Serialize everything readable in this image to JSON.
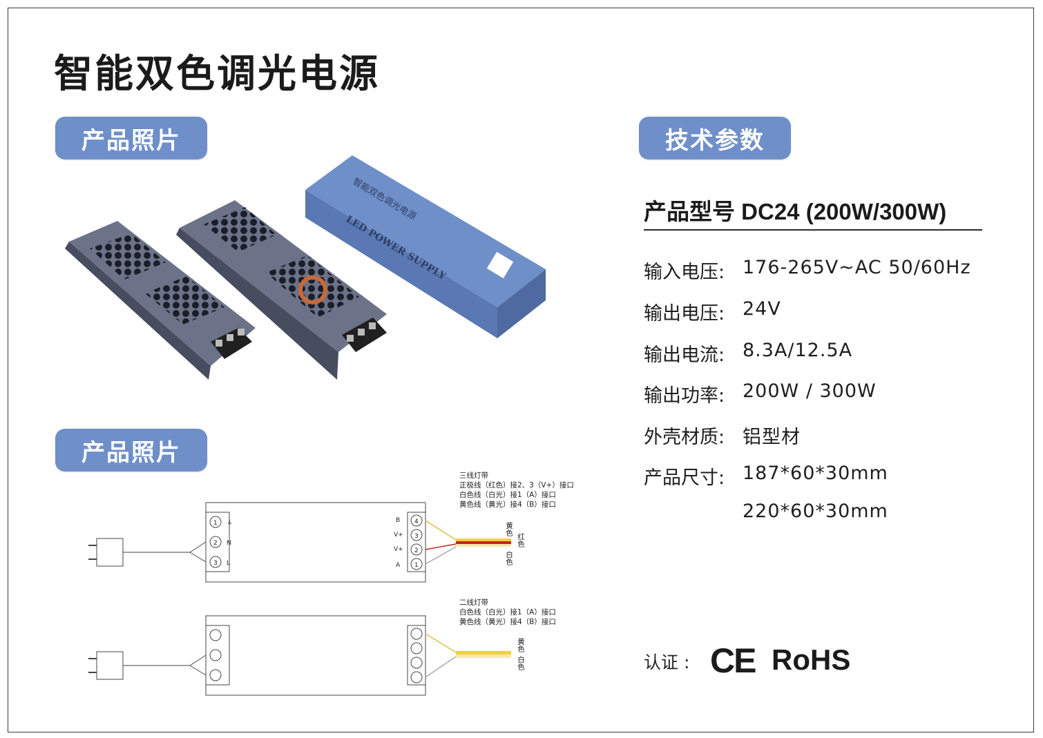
{
  "title": "智能双色调光电源",
  "sections": {
    "photo_label": "产品照片",
    "diagram_label": "产品照片",
    "spec_label": "技术参数"
  },
  "model": "产品型号 DC24 (200W/300W)",
  "specs": [
    {
      "key": "输入电压:",
      "value": "176-265V~AC 50/60Hz"
    },
    {
      "key": "输出电压:",
      "value": "24V"
    },
    {
      "key": "输出电流:",
      "value": "8.3A/12.5A"
    },
    {
      "key": "输出功率:",
      "value": "200W / 300W"
    },
    {
      "key": "外壳材质:",
      "value": "铝型材"
    },
    {
      "key": "产品尺寸:",
      "value": "187*60*30mm"
    },
    {
      "key": "",
      "value": "220*60*30mm"
    }
  ],
  "certification": {
    "label": "认证 :",
    "marks": [
      "CE",
      "RoHS"
    ]
  },
  "product_box": {
    "text_cn": "智能双色调光电源",
    "text_en": "LED POWER SUPPLY"
  },
  "wiring": {
    "three_wire": {
      "title": "三线灯带",
      "lines": [
        "正极线（红色）接2、3（V+）接口",
        "白色线（白光）接1（A）接口",
        "黄色线（黄光）接4（B）接口"
      ],
      "wire_labels": [
        "黄色",
        "红色",
        "白色"
      ]
    },
    "two_wire": {
      "title": "二线灯带",
      "lines": [
        "白色线（白光）接1（A）接口",
        "黄色线（黄光）接4（B）接口"
      ],
      "wire_labels": [
        "黄色",
        "白色"
      ]
    },
    "left_terminals": [
      "1",
      "2",
      "3"
    ],
    "left_terminal_labels": [
      "⏚",
      "N",
      "L"
    ],
    "right_terminals": [
      "1",
      "2",
      "3",
      "4"
    ],
    "right_terminal_labels": [
      "A",
      "V+",
      "V+",
      "B"
    ]
  },
  "colors": {
    "pill": "#6f8fc9",
    "box": "#6f8fc9",
    "device": "#6c7389",
    "wire_red": "#c0261e",
    "wire_yellow": "#f0d040"
  }
}
